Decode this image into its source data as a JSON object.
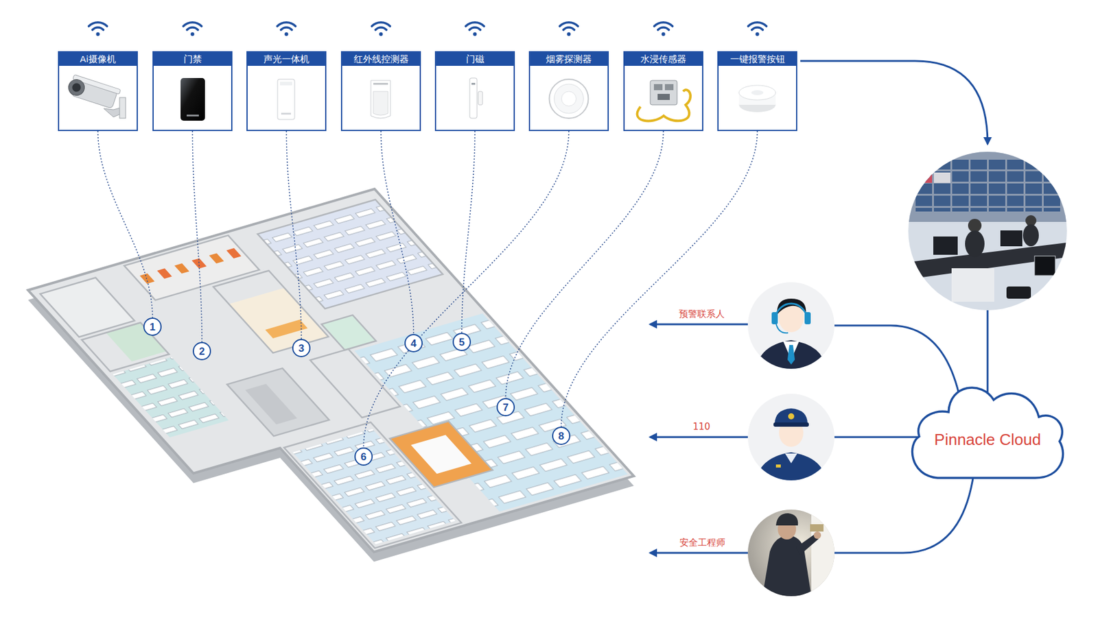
{
  "diagram": {
    "nodes": [
      {
        "text": [
          "Ai摄像机"
        ]
      },
      {
        "text": [
          "门禁"
        ]
      },
      {
        "text": [
          "声光一体机"
        ]
      },
      {
        "text": [
          "红外线控测器"
        ]
      },
      {
        "text": [
          "门磁"
        ]
      },
      {
        "text": [
          "烟雾探测器"
        ]
      },
      {
        "text": [
          "水浸传感器"
        ]
      },
      {
        "text": [
          "一键报警按钮"
        ]
      },
      {
        "text": [
          "1"
        ]
      },
      {
        "text": [
          "2"
        ]
      },
      {
        "text": [
          "3"
        ]
      },
      {
        "text": [
          "4"
        ]
      },
      {
        "text": [
          "5"
        ]
      },
      {
        "text": [
          "6"
        ]
      },
      {
        "text": [
          "7"
        ]
      },
      {
        "text": [
          "8"
        ]
      },
      {
        "text": [
          "Pinnacle Cloud"
        ]
      }
    ],
    "edges": [
      {
        "from": 0,
        "to": 8,
        "arrow": "none"
      },
      {
        "from": 1,
        "to": 9,
        "arrow": "none"
      },
      {
        "from": 2,
        "to": 10,
        "arrow": "none"
      },
      {
        "from": 3,
        "to": 11,
        "arrow": "none"
      },
      {
        "from": 4,
        "to": 12,
        "arrow": "none"
      },
      {
        "from": 5,
        "to": 13,
        "arrow": "none"
      },
      {
        "from": 6,
        "to": 14,
        "arrow": "none"
      },
      {
        "from": 7,
        "to": 15,
        "arrow": "none"
      }
    ],
    "labels": [
      "预警联系人",
      "110",
      "安全工程师"
    ]
  }
}
